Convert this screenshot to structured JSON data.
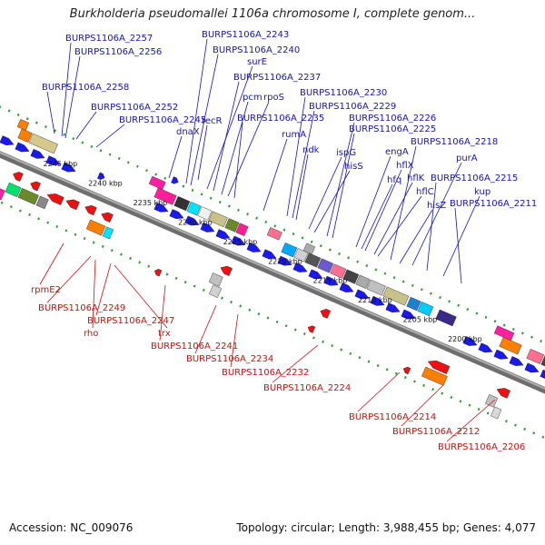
{
  "title": "Burkholderia pseudomallei 1106a chromosome I, complete genom...",
  "footer": {
    "accession": "Accession: NC_009076",
    "summary": "Topology: circular; Length: 3,988,455 bp; Genes: 4,077"
  },
  "colors": {
    "backbone": "#888888",
    "forward_arrow": "#1a1aee",
    "reverse_arrow": "#ee1111",
    "dotted_track": "#2a9a2a",
    "blue_label": "#1515b0",
    "red_label": "#c81010"
  },
  "kbp_ticks": [
    {
      "label": "2245 kbp",
      "pos": 2245
    },
    {
      "label": "2240 kbp",
      "pos": 2240
    },
    {
      "label": "2235 kbp",
      "pos": 2235
    },
    {
      "label": "2230 kbp",
      "pos": 2230
    },
    {
      "label": "2225 kbp",
      "pos": 2225
    },
    {
      "label": "2220 kbp",
      "pos": 2220
    },
    {
      "label": "2215 kbp",
      "pos": 2215
    },
    {
      "label": "2210 kbp",
      "pos": 2210
    },
    {
      "label": "2205 kbp",
      "pos": 2205
    },
    {
      "label": "2200 kbp",
      "pos": 2200
    }
  ],
  "forward_labels": [
    "BURPS1106A_2257",
    "BURPS1106A_2256",
    "BURPS1106A_2258",
    "BURPS1106A_2252",
    "BURPS1106A_2245",
    "dnaX",
    "recR",
    "BURPS1106A_2243",
    "BURPS1106A_2240",
    "surE",
    "BURPS1106A_2237",
    "pcm",
    "rpoS",
    "BURPS1106A_2235",
    "rumA",
    "BURPS1106A_2230",
    "BURPS1106A_2229",
    "ndk",
    "ispG",
    "hisS",
    "BURPS1106A_2226",
    "BURPS1106A_2225",
    "engA",
    "hflX",
    "hfq",
    "hflK",
    "hflC",
    "BURPS1106A_2218",
    "purA",
    "hisZ",
    "BURPS1106A_2215",
    "kup",
    "BURPS1106A_2211"
  ],
  "reverse_labels": [
    "rpmE2",
    "BURPS1106A_2249",
    "rho",
    "BURPS1106A_2247",
    "trx",
    "BURPS1106A_2241",
    "BURPS1106A_2234",
    "BURPS1106A_2232",
    "BURPS1106A_2224",
    "BURPS1106A_2214",
    "BURPS1106A_2212",
    "BURPS1106A_2206"
  ]
}
